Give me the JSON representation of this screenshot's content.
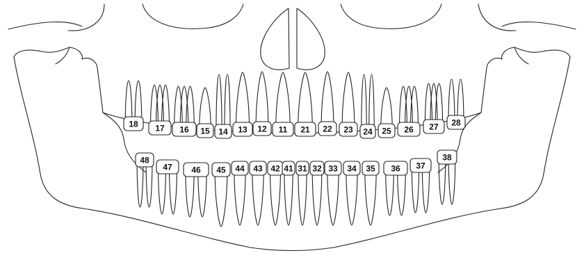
{
  "diagram": {
    "upper_teeth": [
      "18",
      "17",
      "16",
      "15",
      "14",
      "13",
      "12",
      "11",
      "21",
      "22",
      "23",
      "24",
      "25",
      "26",
      "27",
      "28"
    ],
    "lower_teeth": [
      "48",
      "47",
      "46",
      "45",
      "44",
      "43",
      "42",
      "41",
      "31",
      "32",
      "33",
      "34",
      "35",
      "36",
      "37",
      "38"
    ]
  }
}
